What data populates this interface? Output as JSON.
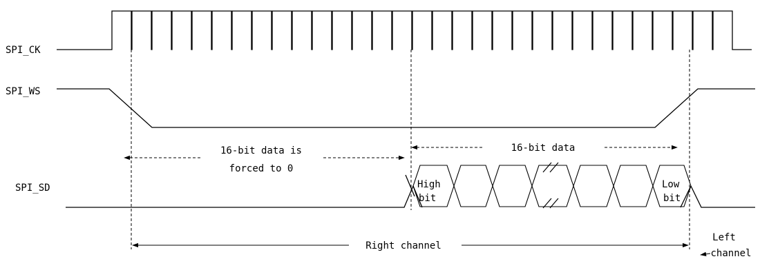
{
  "signals": {
    "clock": "SPI_CK",
    "word_select": "SPI_WS",
    "serial_data": "SPI_SD"
  },
  "annotations": {
    "forced_zero_line1": "16-bit data is",
    "forced_zero_line2": "forced to 0",
    "data_width": "16-bit data",
    "high_bit_line1": "High",
    "high_bit_line2": "bit",
    "low_bit_line1": "Low",
    "low_bit_line2": "bit",
    "right_channel": "Right channel",
    "left_channel_line1": "Left",
    "left_channel_line2": "channel"
  }
}
